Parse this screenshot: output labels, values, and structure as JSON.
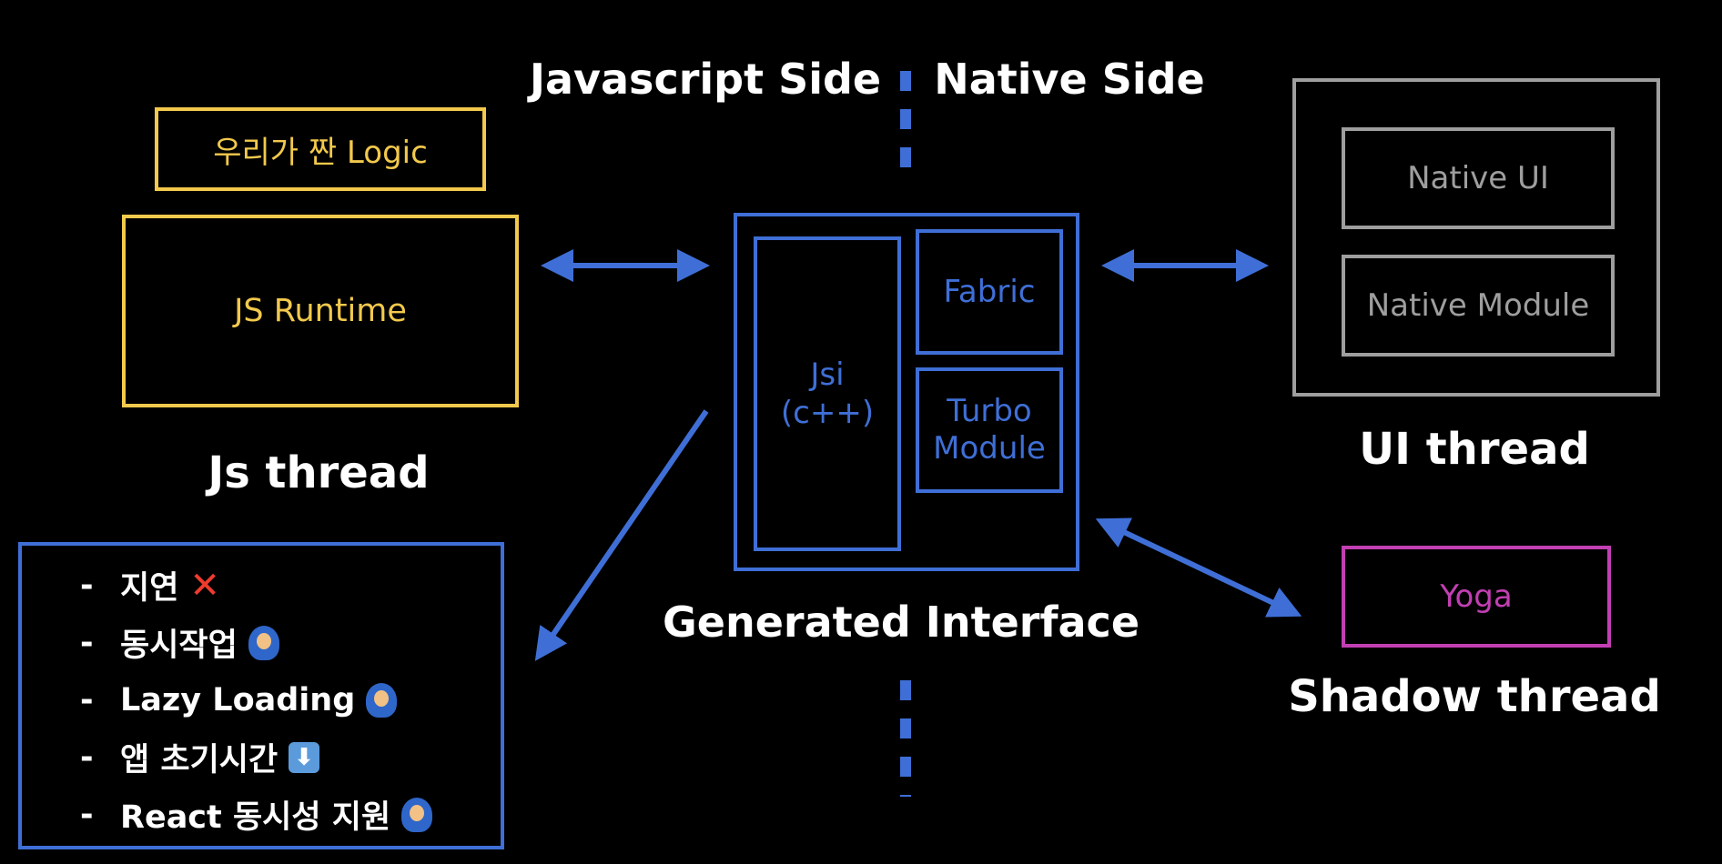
{
  "headings": {
    "js_side": "Javascript Side",
    "native_side": "Native Side",
    "js_thread": "Js thread",
    "generated_interface": "Generated Interface",
    "ui_thread": "UI thread",
    "shadow_thread": "Shadow thread"
  },
  "boxes": {
    "our_logic": "우리가 짠 Logic",
    "js_runtime": "JS Runtime",
    "jsi": "Jsi\n(c++)",
    "fabric": "Fabric",
    "turbo_module": "Turbo\nModule",
    "native_ui": "Native UI",
    "native_module": "Native Module",
    "yoga": "Yoga"
  },
  "bullets": [
    {
      "text": "지연",
      "emoji": "x-icon"
    },
    {
      "text": "동시작업",
      "emoji": "person-icon"
    },
    {
      "text": "Lazy Loading",
      "emoji": "person-icon"
    },
    {
      "text": "앱 초기시간",
      "emoji": "down-arrow-icon"
    },
    {
      "text": "React 동시성 지원",
      "emoji": "person-icon"
    }
  ],
  "bullet_marker": "-",
  "colors": {
    "background": "#000000",
    "yellow": "#f2c94c",
    "blue": "#3f6fd6",
    "gray": "#9e9e9e",
    "magenta": "#c23fb3",
    "white": "#ffffff"
  }
}
